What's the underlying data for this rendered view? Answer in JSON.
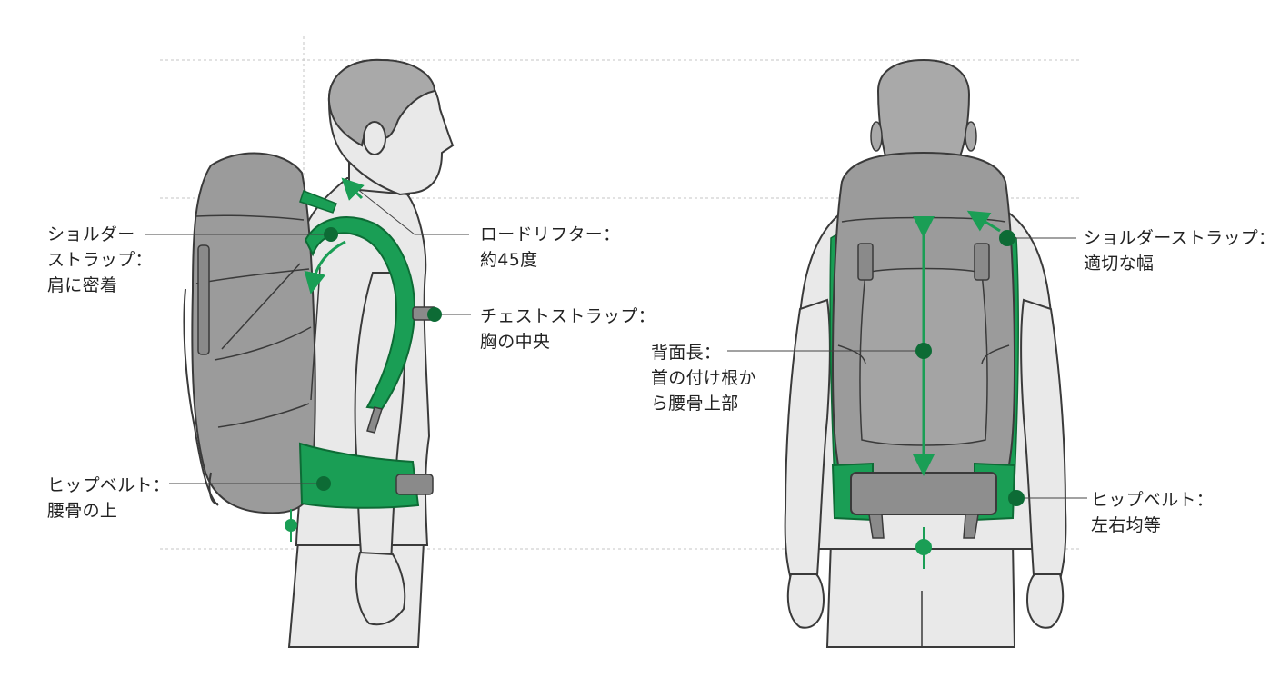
{
  "colors": {
    "accent": "#1a9e55",
    "accent_dark": "#0d6b35",
    "body_fill": "#e9e9e9",
    "head_fill": "#a9a9a9",
    "pack_fill": "#9b9b9b",
    "outline": "#3a3a3a",
    "guide": "#bdbdbd",
    "text": "#222222"
  },
  "side_view": {
    "shoulder_strap": {
      "lines": [
        "ショルダー",
        "ストラップ：",
        "肩に密着"
      ]
    },
    "load_lifter": {
      "lines": [
        "ロードリフター：",
        "約45度"
      ]
    },
    "chest_strap": {
      "lines": [
        "チェストストラップ：",
        "胸の中央"
      ]
    },
    "hip_belt": {
      "lines": [
        "ヒップベルト：",
        "腰骨の上"
      ]
    }
  },
  "back_view": {
    "back_length": {
      "lines": [
        "背面長：",
        "首の付け根か",
        "ら腰骨上部"
      ]
    },
    "shoulder_strap": {
      "lines": [
        "ショルダーストラップ：",
        "適切な幅"
      ]
    },
    "hip_belt": {
      "lines": [
        "ヒップベルト：",
        "左右均等"
      ]
    }
  }
}
